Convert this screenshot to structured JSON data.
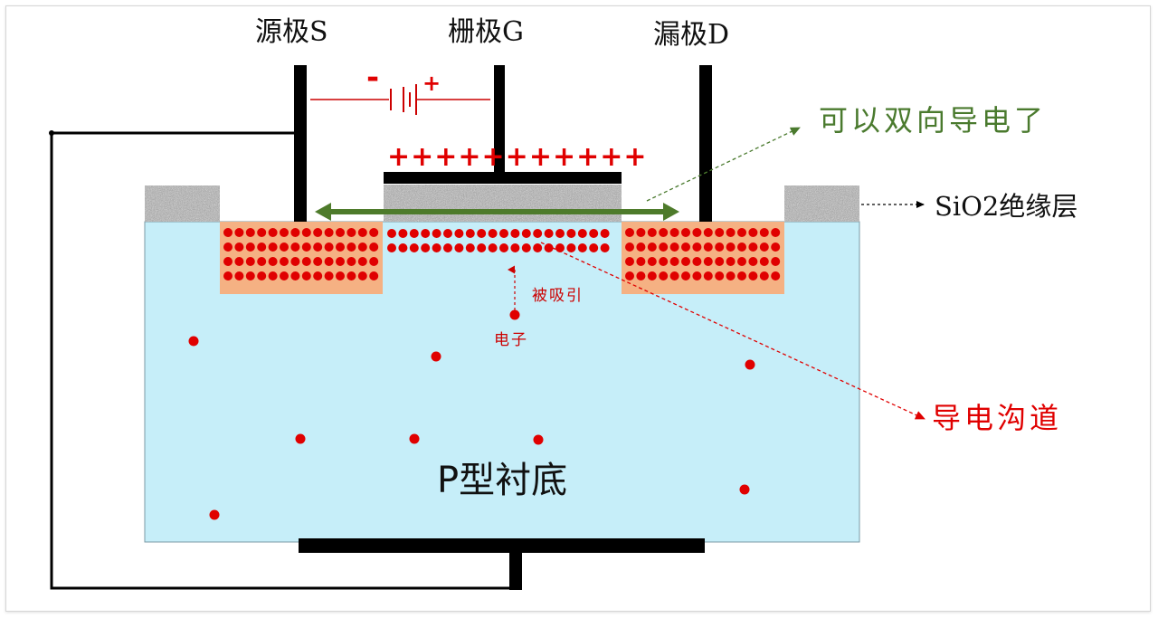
{
  "labels": {
    "source": "源极S",
    "gate": "栅极G",
    "drain": "漏极D",
    "bidirectional": "可以双向导电了",
    "insulator": "SiO2绝缘层",
    "attracted": "被吸引",
    "electron": "电子",
    "channel": "导电沟道",
    "substrate": "P型衬底",
    "battery_minus": "-",
    "battery_plus": "+",
    "gate_charges": "+++++++++++"
  },
  "colors": {
    "substrate": "#c6eef9",
    "doped_region": "#f5b183",
    "electron": "#e00000",
    "metal": "#000000",
    "oxide": "#a6a6a6",
    "arrow_green": "#4e7b2b",
    "label_green": "#4a7a2e",
    "label_red": "#e00000"
  }
}
